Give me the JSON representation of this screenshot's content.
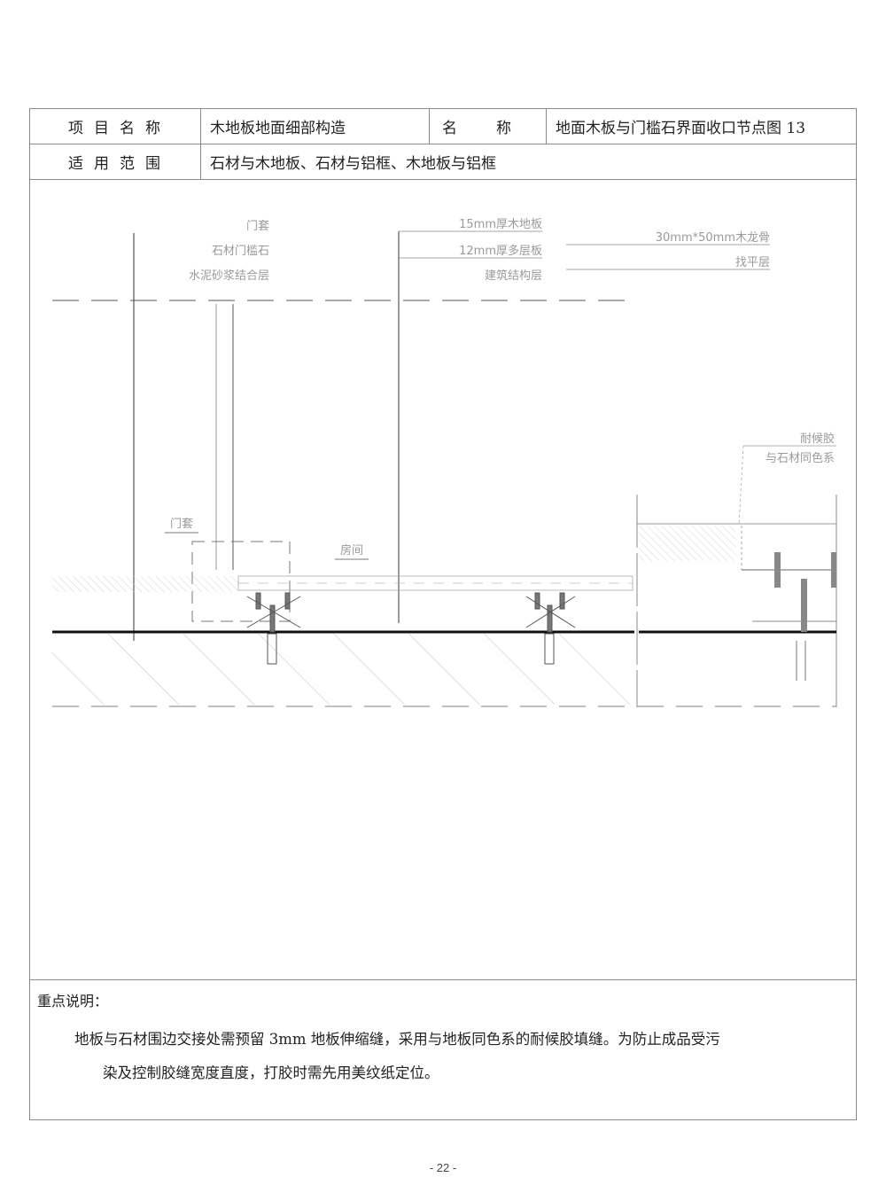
{
  "header": {
    "project_name_label": "项目名称",
    "project_name_value": "木地板地面细部构造",
    "name_label_a": "名",
    "name_label_b": "称",
    "name_value": "地面木板与门槛石界面收口节点图 13",
    "scope_label": "适用范围",
    "scope_value": "石材与木地板、石材与铝框、木地板与铝框"
  },
  "drawing": {
    "left_labels": [
      "门套",
      "石材门槛石",
      "水泥砂浆结合层"
    ],
    "center_labels": [
      "15mm厚木地板",
      "12mm厚多层板",
      "建筑结构层"
    ],
    "right_labels": [
      "30mm*50mm木龙骨",
      "找平层"
    ],
    "detail_labels": [
      "耐候胶",
      "与石材同色系"
    ],
    "marker_labels": [
      "门套",
      "房间"
    ]
  },
  "notes": {
    "title": "重点说明：",
    "line1": "地板与石材围边交接处需预留 3mm 地板伸缩缝，采用与地板同色系的耐候胶填缝。为防止成品受污",
    "line2": "染及控制胶缝宽度直度，打胶时需先用美纹纸定位。"
  },
  "footer": {
    "page_number": "- 22 -"
  }
}
